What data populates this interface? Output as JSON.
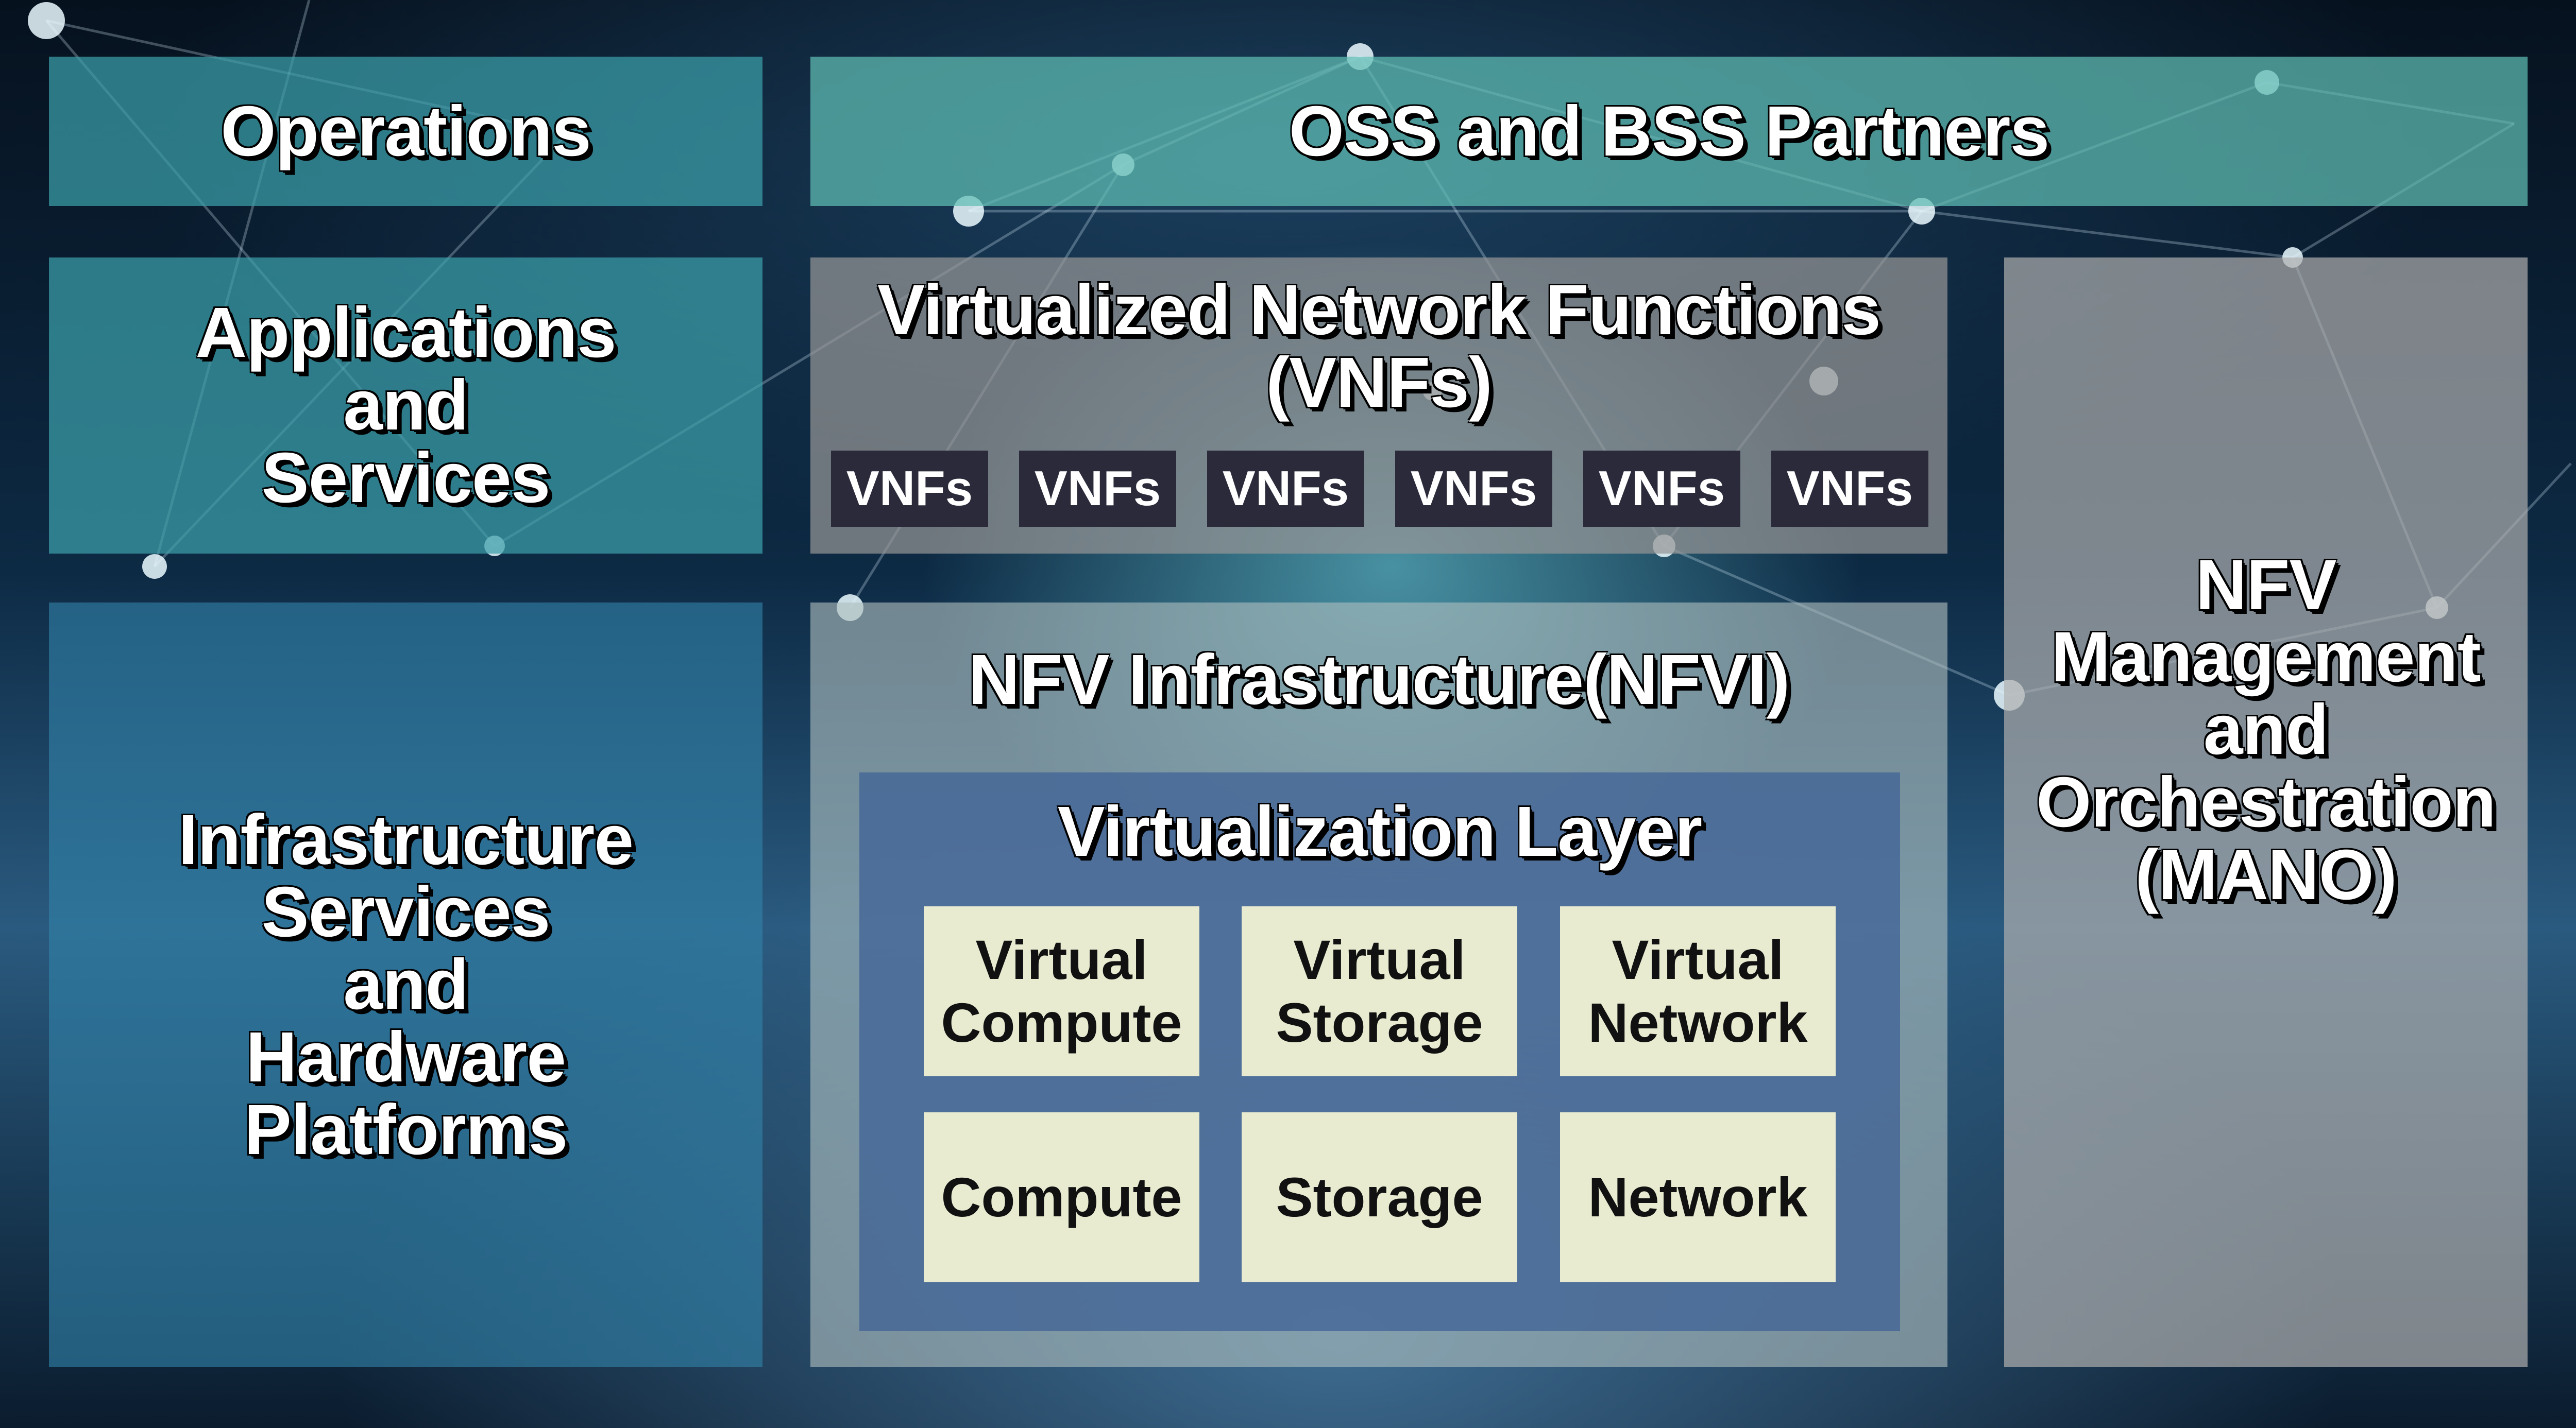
{
  "diagram": {
    "operations": "Operations",
    "oss_bss": "OSS and BSS Partners",
    "applications": [
      "Applications",
      "and",
      "Services"
    ],
    "infrastructure": [
      "Infrastructure",
      "Services",
      "and",
      "Hardware",
      "Platforms"
    ],
    "vnf_title": [
      "Virtualized Network Functions",
      "(VNFs)"
    ],
    "vnf_items": [
      "VNFs",
      "VNFs",
      "VNFs",
      "VNFs",
      "VNFs",
      "VNFs"
    ],
    "nfvi_title": "NFV Infrastructure(NFVI)",
    "virtualization_layer": "Virtualization Layer",
    "virtual_resources": [
      [
        "Virtual",
        "Compute"
      ],
      [
        "Virtual",
        "Storage"
      ],
      [
        "Virtual",
        "Network"
      ]
    ],
    "physical_resources": [
      "Compute",
      "Storage",
      "Network"
    ],
    "mano": [
      "NFV",
      "Management",
      "and",
      "Orchestration",
      "(MANO)"
    ]
  }
}
